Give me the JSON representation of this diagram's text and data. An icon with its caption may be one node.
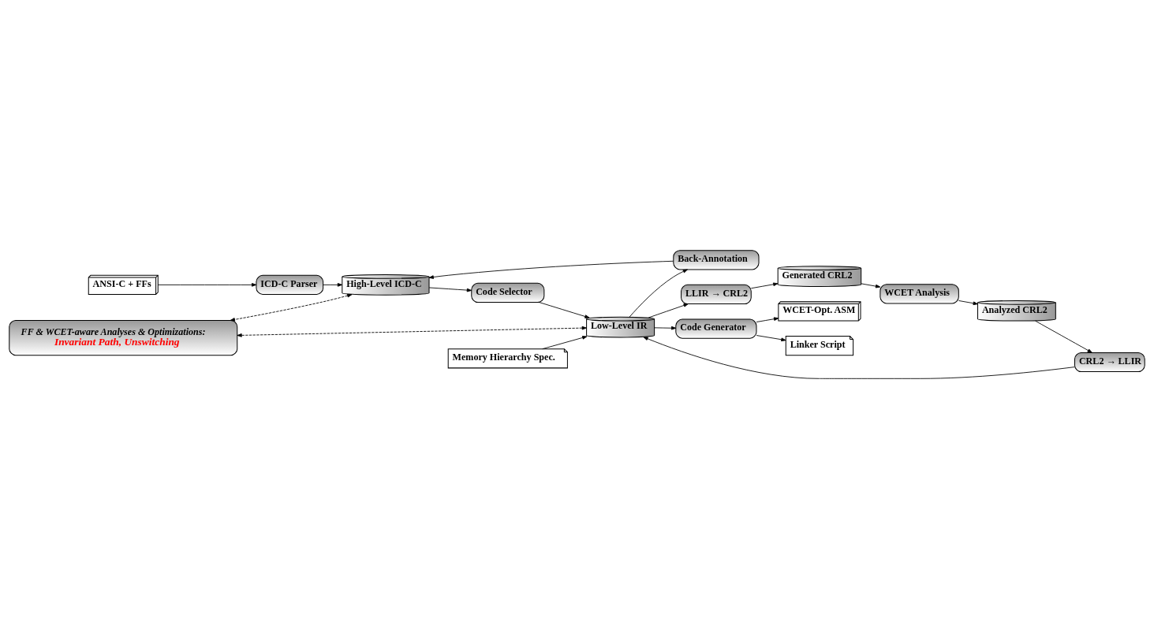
{
  "diagram": {
    "nodes": [
      {
        "text": [
          "ANSI-C + FFs"
        ]
      },
      {
        "text": [
          "ICD-C Parser"
        ]
      },
      {
        "text": [
          "High-Level ICD-C"
        ]
      },
      {
        "text": [
          "Code Selector"
        ]
      },
      {
        "text": [
          "LLIR → CRL2"
        ]
      },
      {
        "text": [
          "Generated CRL2"
        ]
      },
      {
        "text": [
          "Back-Annotation"
        ]
      },
      {
        "text": [
          "Low-Level IR"
        ]
      },
      {
        "text": [
          "CRL2 → LLIR"
        ]
      },
      {
        "text": [
          "WCET Analysis"
        ]
      },
      {
        "text": [
          "FF & WCET-aware Analyses & Optimizations:",
          "Invariant Path, Unswitching"
        ]
      },
      {
        "text": [
          "Memory Hierarchy Spec."
        ]
      },
      {
        "text": [
          "Code Generator"
        ]
      },
      {
        "text": [
          "Analyzed CRL2"
        ]
      },
      {
        "text": [
          "WCET-Opt. ASM"
        ]
      },
      {
        "text": [
          "Linker Script"
        ]
      }
    ],
    "edges": [
      {
        "from": 0,
        "to": 1,
        "arrow": "to"
      },
      {
        "from": 1,
        "to": 2,
        "arrow": "to"
      },
      {
        "from": 2,
        "to": 3,
        "arrow": "to"
      },
      {
        "from": 3,
        "to": 7,
        "arrow": "to"
      },
      {
        "from": 7,
        "to": 4,
        "arrow": "to"
      },
      {
        "from": 4,
        "to": 5,
        "arrow": "to"
      },
      {
        "from": 5,
        "to": 9,
        "arrow": "to"
      },
      {
        "from": 9,
        "to": 13,
        "arrow": "to"
      },
      {
        "from": 13,
        "to": 8,
        "arrow": "to"
      },
      {
        "from": 8,
        "to": 7,
        "arrow": "to"
      },
      {
        "from": 7,
        "to": 6,
        "arrow": "to"
      },
      {
        "from": 6,
        "to": 2,
        "arrow": "to"
      },
      {
        "from": 11,
        "to": 7,
        "arrow": "to"
      },
      {
        "from": 7,
        "to": 12,
        "arrow": "to"
      },
      {
        "from": 12,
        "to": 14,
        "arrow": "to"
      },
      {
        "from": 12,
        "to": 15,
        "arrow": "to"
      },
      {
        "from": 2,
        "to": 10,
        "arrow": "both",
        "style": "dashed"
      },
      {
        "from": 7,
        "to": 10,
        "arrow": "both",
        "style": "dashed"
      }
    ]
  }
}
